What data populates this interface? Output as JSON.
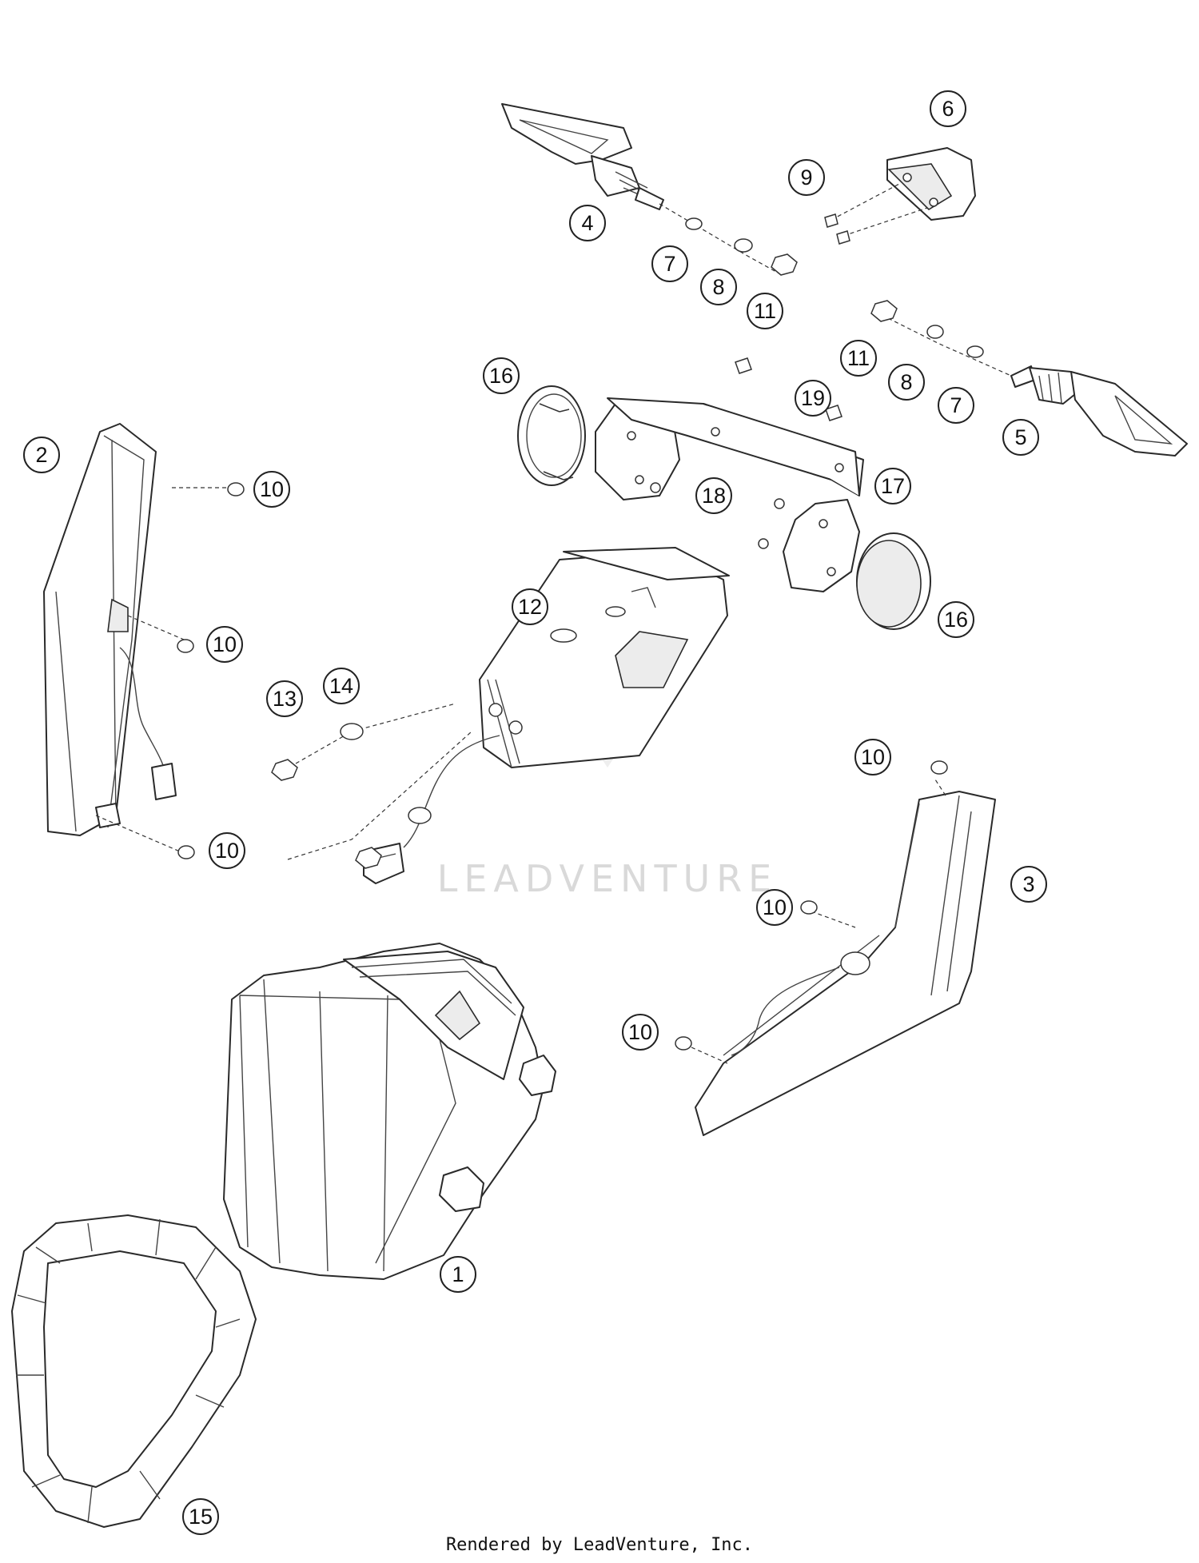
{
  "callouts": {
    "c1": "1",
    "c2": "2",
    "c3": "3",
    "c4": "4",
    "c5": "5",
    "c6": "6",
    "c7a": "7",
    "c7b": "7",
    "c8a": "8",
    "c8b": "8",
    "c9": "9",
    "c10a": "10",
    "c10b": "10",
    "c10c": "10",
    "c10d": "10",
    "c10e": "10",
    "c10f": "10",
    "c11a": "11",
    "c11b": "11",
    "c12": "12",
    "c13": "13",
    "c14": "14",
    "c15": "15",
    "c16a": "16",
    "c16b": "16",
    "c17": "17",
    "c18": "18",
    "c19": "19"
  },
  "watermark": "LEADVENTURE",
  "footer": "Rendered by LeadVenture, Inc."
}
